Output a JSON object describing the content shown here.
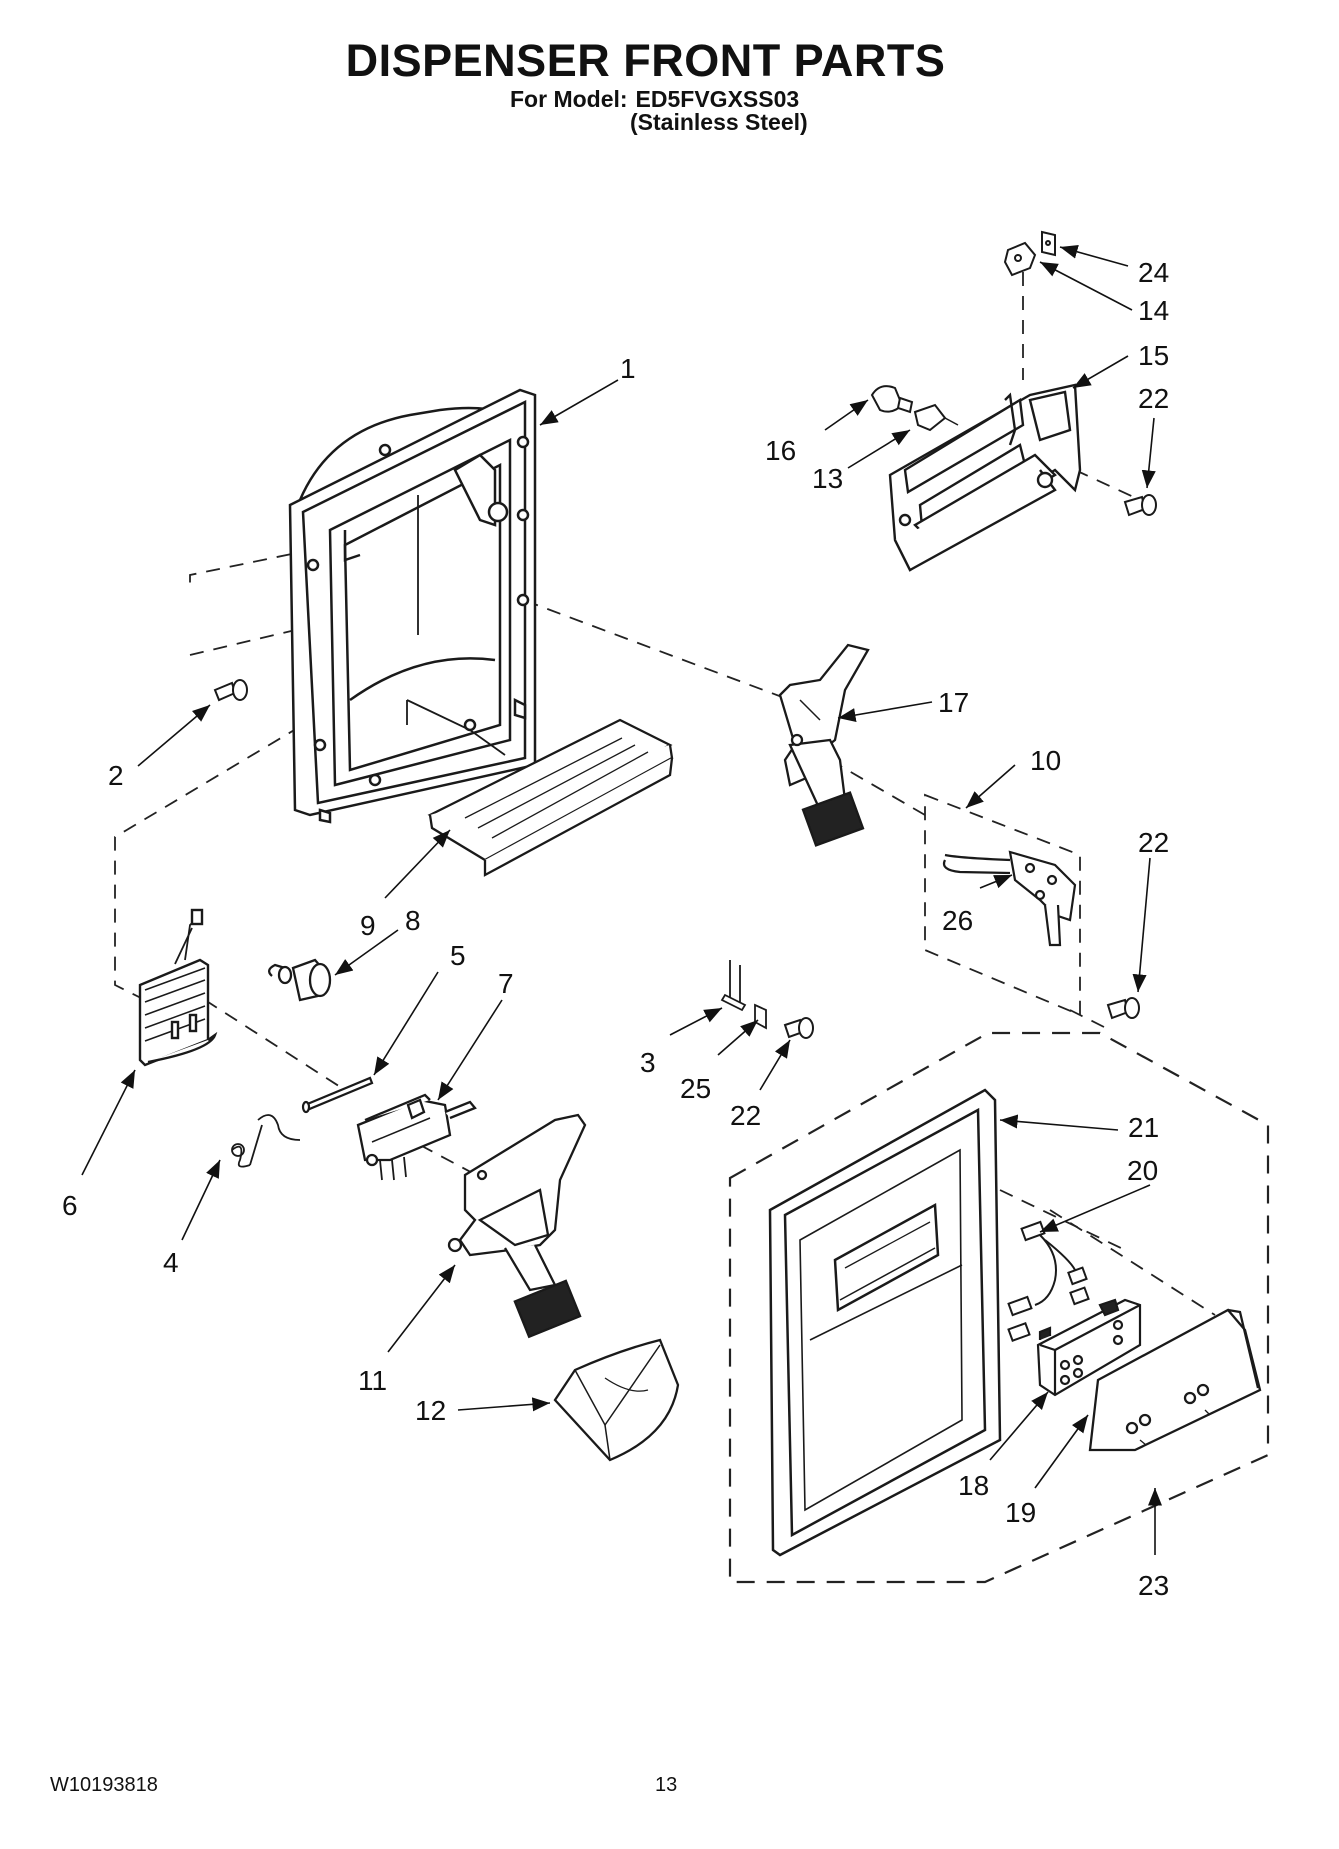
{
  "header": {
    "title": "DISPENSER FRONT PARTS",
    "model_label": "For Model:",
    "model_number": "ED5FVGXSS03",
    "variant": "(Stainless Steel)"
  },
  "parts": {
    "p1": "1",
    "p2": "2",
    "p3": "3",
    "p4": "4",
    "p5": "5",
    "p6": "6",
    "p7": "7",
    "p8": "8",
    "p9": "9",
    "p10": "10",
    "p11": "11",
    "p12": "12",
    "p13": "13",
    "p14": "14",
    "p15": "15",
    "p16": "16",
    "p17": "17",
    "p18": "18",
    "p19": "19",
    "p20": "20",
    "p21": "21",
    "p22": "22",
    "p23": "23",
    "p24": "24",
    "p25": "25",
    "p26": "26"
  },
  "footer": {
    "doc_number": "W10193818",
    "page_number": "13"
  }
}
